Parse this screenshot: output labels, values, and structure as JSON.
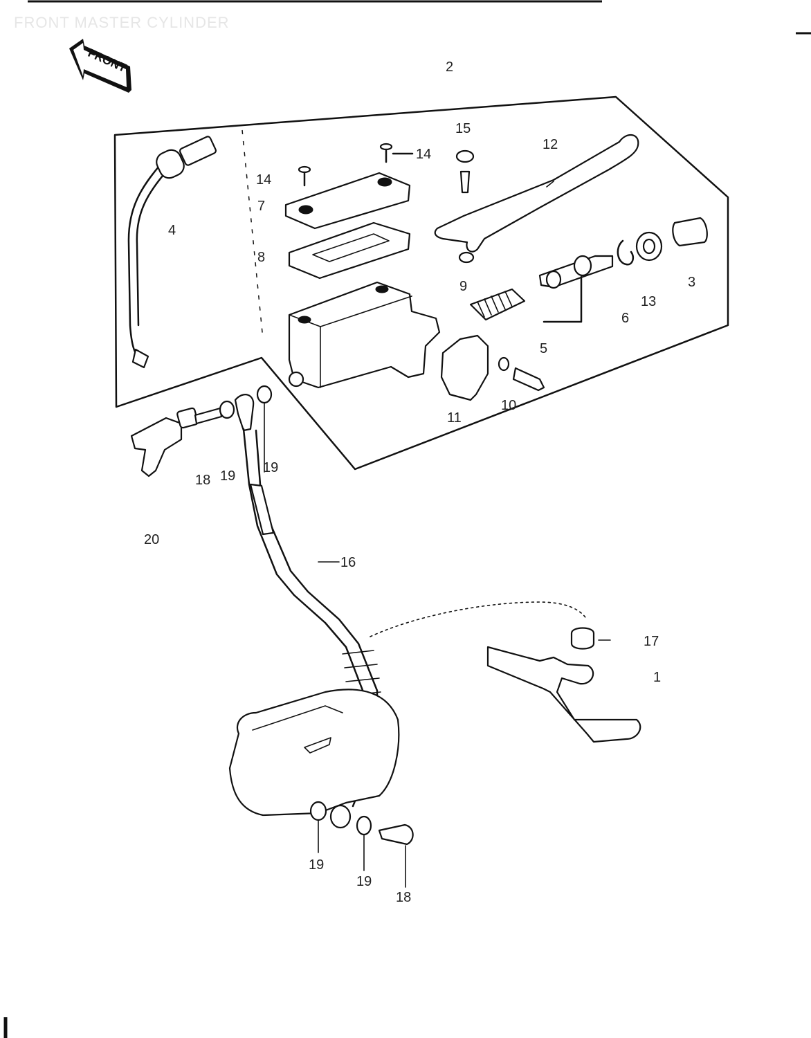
{
  "title": "FRONT MASTER CYLINDER",
  "front_badge": "FRONT",
  "callouts": [
    {
      "id": "lbl-2",
      "text": "2"
    },
    {
      "id": "lbl-15",
      "text": "15"
    },
    {
      "id": "lbl-12",
      "text": "12"
    },
    {
      "id": "lbl-14a",
      "text": "14"
    },
    {
      "id": "lbl-14b",
      "text": "14"
    },
    {
      "id": "lbl-7",
      "text": "7"
    },
    {
      "id": "lbl-4",
      "text": "4"
    },
    {
      "id": "lbl-8",
      "text": "8"
    },
    {
      "id": "lbl-9",
      "text": "9"
    },
    {
      "id": "lbl-3",
      "text": "3"
    },
    {
      "id": "lbl-13",
      "text": "13"
    },
    {
      "id": "lbl-6",
      "text": "6"
    },
    {
      "id": "lbl-5",
      "text": "5"
    },
    {
      "id": "lbl-11",
      "text": "11"
    },
    {
      "id": "lbl-10",
      "text": "10"
    },
    {
      "id": "lbl-18a",
      "text": "18"
    },
    {
      "id": "lbl-19a",
      "text": "19"
    },
    {
      "id": "lbl-19b",
      "text": "19"
    },
    {
      "id": "lbl-20",
      "text": "20"
    },
    {
      "id": "lbl-16",
      "text": "16"
    },
    {
      "id": "lbl-17",
      "text": "17"
    },
    {
      "id": "lbl-1",
      "text": "1"
    },
    {
      "id": "lbl-19c",
      "text": "19"
    },
    {
      "id": "lbl-19d",
      "text": "19"
    },
    {
      "id": "lbl-18b",
      "text": "18"
    }
  ]
}
